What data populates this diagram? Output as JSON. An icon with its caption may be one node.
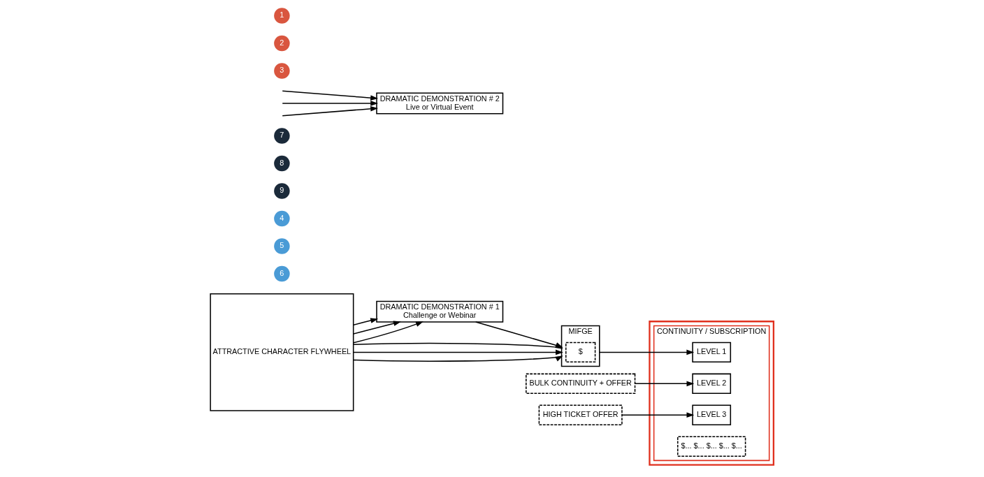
{
  "diagram": {
    "nodes": [
      {
        "text": [
          "ATTRACTIVE CHARACTER FLYWHEEL"
        ]
      },
      {
        "text": [
          "6"
        ]
      },
      {
        "text": [
          "5"
        ]
      },
      {
        "text": [
          "4"
        ]
      },
      {
        "text": [
          "9"
        ]
      },
      {
        "text": [
          "8"
        ]
      },
      {
        "text": [
          "7"
        ]
      },
      {
        "text": [
          "DRAMATIC DEMONSTRATION # 1",
          "Challenge or Webinar"
        ]
      },
      {
        "text": [
          "BULK CONTINUITY + OFFER"
        ]
      },
      {
        "text": [
          "DRAMATIC DEMONSTRATION # 2",
          "Live or Virtual Event"
        ]
      },
      {
        "text": [
          "HIGH TICKET OFFER"
        ]
      },
      {
        "text": [
          "MIFGE"
        ]
      },
      {
        "text": [
          "$"
        ],
        "in": 11
      },
      {
        "text": [],
        "shape": "box"
      },
      {
        "text": [
          "CONTINUITY / SUBSCRIPTION"
        ],
        "in": 13
      },
      {
        "text": [
          "LEVEL 1"
        ],
        "in": 14
      },
      {
        "text": [
          "LEVEL 2"
        ],
        "in": 14
      },
      {
        "text": [
          "LEVEL 3"
        ],
        "in": 14
      },
      {
        "text": [
          "$... $... $... $... $..."
        ],
        "in": 14
      },
      {
        "text": [
          "3"
        ]
      },
      {
        "text": [
          "2"
        ]
      },
      {
        "text": [
          "1"
        ]
      }
    ],
    "edges": [
      {
        "from": 0,
        "to": 7,
        "arrow": "to"
      },
      {
        "from": 0,
        "to": 7,
        "arrow": "to"
      },
      {
        "from": 0,
        "to": 7,
        "arrow": "to"
      },
      {
        "from": null,
        "to": 9,
        "arrow": "to"
      },
      {
        "from": null,
        "to": 9,
        "arrow": "to"
      },
      {
        "from": null,
        "to": 9,
        "arrow": "to"
      },
      {
        "from": 7,
        "to": 11,
        "arrow": "to"
      },
      {
        "from": 0,
        "to": 11,
        "arrow": "to"
      },
      {
        "from": 0,
        "to": 11,
        "arrow": "to"
      },
      {
        "from": 0,
        "to": 11,
        "arrow": "to"
      },
      {
        "from": 11,
        "to": 15,
        "arrow": "to"
      },
      {
        "from": 8,
        "to": 16,
        "arrow": "to"
      },
      {
        "from": 10,
        "to": 17,
        "arrow": "to"
      }
    ]
  }
}
